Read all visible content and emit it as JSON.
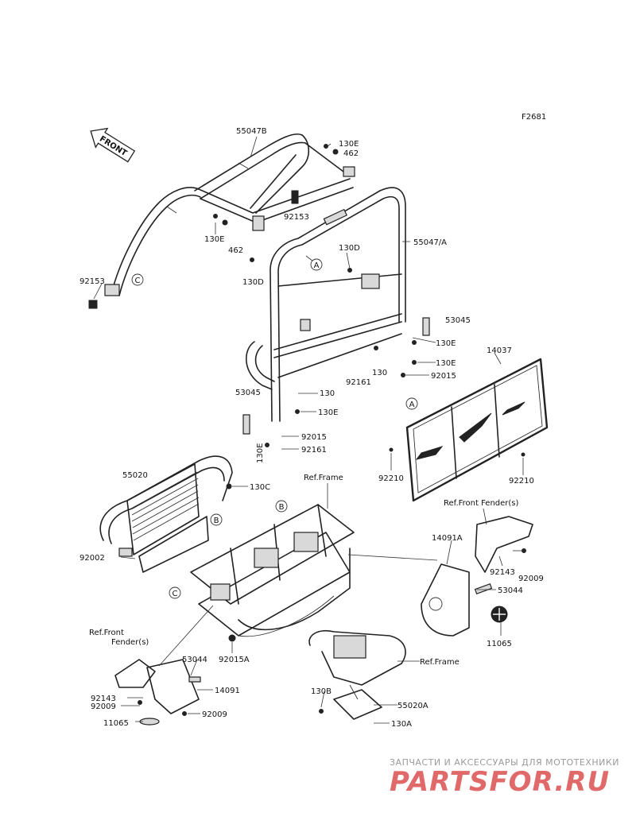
{
  "figure_code": "F2681",
  "front_arrow_label": "FRONT",
  "callouts": [
    "A",
    "B",
    "C"
  ],
  "labels": {
    "p55047B": "55047B",
    "p130E_top": "130E",
    "p462_top": "462",
    "p92153_mid": "92153",
    "p130E_left": "130E",
    "p462_left": "462",
    "p130D_left": "130D",
    "p130D_right": "130D",
    "p55047A": "55047/A",
    "p92153_left": "92153",
    "p53045_right": "53045",
    "p130E_r1": "130E",
    "p130E_r2": "130E",
    "p130_r": "130",
    "p92161_r": "92161",
    "p92015_r": "92015",
    "p14037": "14037",
    "p53045_left": "53045",
    "p130_l": "130",
    "p130E_l": "130E",
    "p92015_l": "92015",
    "p92161_l": "92161",
    "p130E_low": "130E",
    "p92210_l": "92210",
    "p92210_r": "92210",
    "p55020": "55020",
    "p130C": "130C",
    "ref_frame_1": "Ref.Frame",
    "ref_front_fender_r": "Ref.Front Fender(s)",
    "p14091A": "14091A",
    "p92143_r": "92143",
    "p92009_r": "92009",
    "p53044_r": "53044",
    "p11065_r": "11065",
    "p92002": "92002",
    "ref_front_l1": "Ref.Front",
    "ref_front_l2": "Fender(s)",
    "p53044_l": "53044",
    "p92015A": "92015A",
    "p14091": "14091",
    "p92143_l": "92143",
    "p92009_l1": "92009",
    "p92009_l2": "92009",
    "p11065_l": "11065",
    "ref_frame_2": "Ref.Frame",
    "p130B": "130B",
    "p55020A": "55020A",
    "p130A": "130A"
  },
  "watermark": {
    "line1": "ЗАПЧАСТИ И АКСЕССУАРЫ ДЛЯ МОТОТЕХНИКИ",
    "line2": "PARTSFOR.RU"
  }
}
